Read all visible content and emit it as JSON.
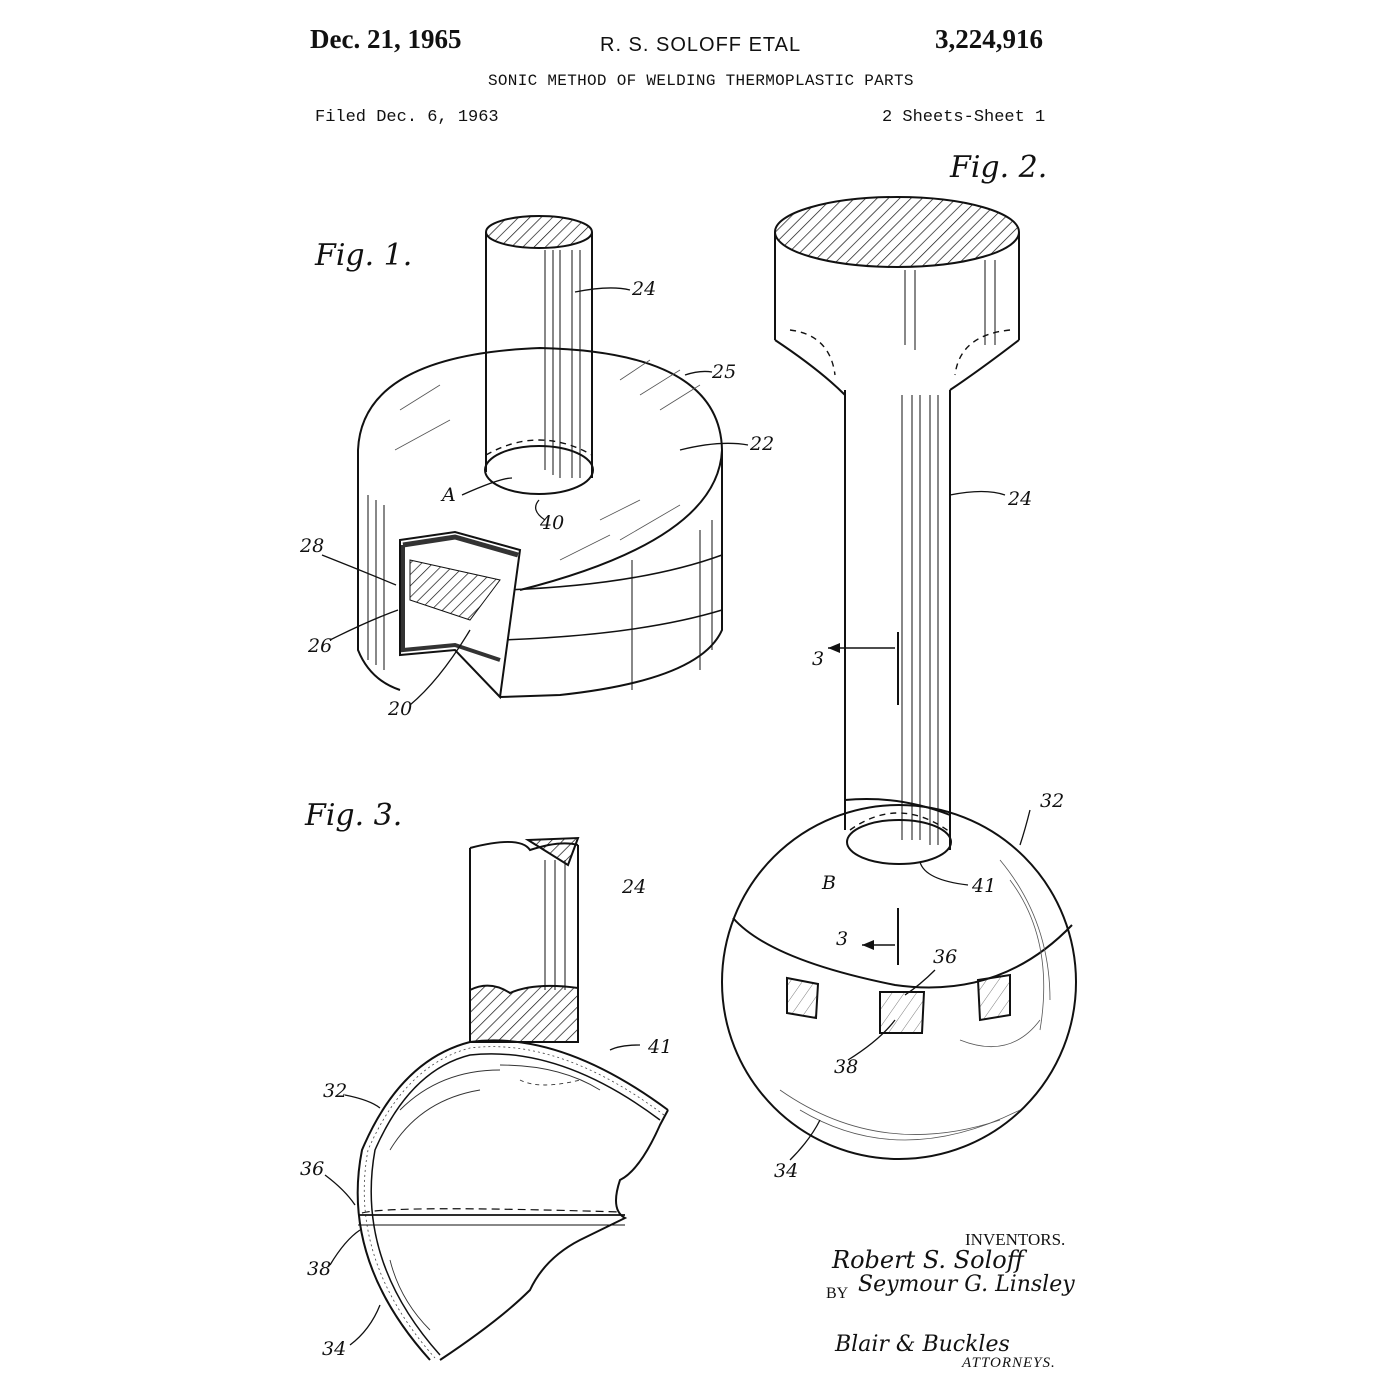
{
  "header": {
    "date": "Dec. 21, 1965",
    "inventor": "R. S. SOLOFF ETAL",
    "patent_number": "3,224,916",
    "title": "SONIC METHOD OF WELDING THERMOPLASTIC PARTS",
    "filed": "Filed Dec. 6, 1963",
    "sheets": "2 Sheets-Sheet 1"
  },
  "figures": {
    "fig1": "Fig. 1.",
    "fig2": "Fig. 2.",
    "fig3": "Fig. 3."
  },
  "refs": {
    "fig1": {
      "r24": "24",
      "r25": "25",
      "r22": "22",
      "rA": "A",
      "r40": "40",
      "r28": "28",
      "r26": "26",
      "r20": "20"
    },
    "fig2": {
      "r24": "24",
      "r3a": "3",
      "r32": "32",
      "rB": "B",
      "r41": "41",
      "r3b": "3",
      "r36": "36",
      "r38": "38",
      "r34": "34"
    },
    "fig3": {
      "r24": "24",
      "r41": "41",
      "r32": "32",
      "r36": "36",
      "r38": "38",
      "r34": "34"
    }
  },
  "signatures": {
    "inventors_label": "INVENTORS.",
    "inventor1": "Robert S. Soloff",
    "by": "BY",
    "inventor2": "Seymour G. Linsley",
    "attorneys_name": "Blair & Buckles",
    "attorneys_label": "ATTORNEYS."
  }
}
